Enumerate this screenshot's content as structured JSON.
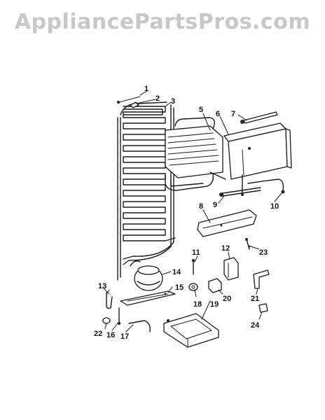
{
  "watermark": "AppliancePartsPros.com",
  "callouts": [
    {
      "id": "1",
      "label": "1"
    },
    {
      "id": "2",
      "label": "2"
    },
    {
      "id": "3",
      "label": "3"
    },
    {
      "id": "5",
      "label": "5"
    },
    {
      "id": "6",
      "label": "6"
    },
    {
      "id": "7",
      "label": "7"
    },
    {
      "id": "8",
      "label": "8"
    },
    {
      "id": "9",
      "label": "9"
    },
    {
      "id": "10",
      "label": "10"
    },
    {
      "id": "11",
      "label": "11"
    },
    {
      "id": "12",
      "label": "12"
    },
    {
      "id": "13",
      "label": "13"
    },
    {
      "id": "14",
      "label": "14"
    },
    {
      "id": "15",
      "label": "15"
    },
    {
      "id": "16",
      "label": "16"
    },
    {
      "id": "17",
      "label": "17"
    },
    {
      "id": "18",
      "label": "18"
    },
    {
      "id": "19",
      "label": "19"
    },
    {
      "id": "20",
      "label": "20"
    },
    {
      "id": "21",
      "label": "21"
    },
    {
      "id": "22",
      "label": "22"
    },
    {
      "id": "23",
      "label": "23"
    },
    {
      "id": "24",
      "label": "24"
    }
  ]
}
